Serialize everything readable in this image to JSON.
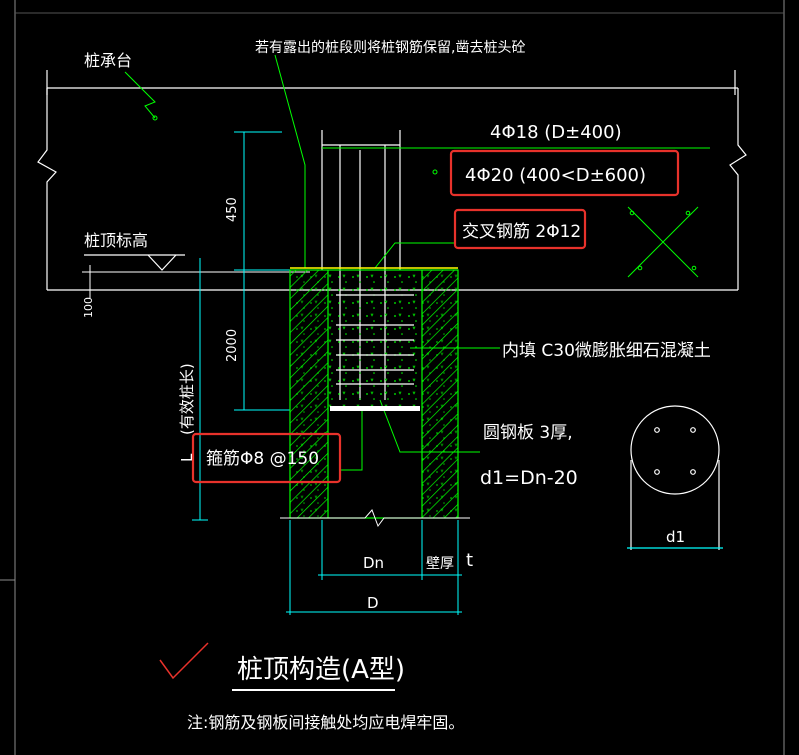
{
  "labels": {
    "cap": "桩承台",
    "note_top": "若有露出的桩段则将桩钢筋保留,凿去桩头砼",
    "rebar_small": "4Φ18 (D±400)",
    "rebar_large": "4Φ20 (400<D±600)",
    "cross": "交叉钢筋 2Φ12",
    "pile_top": "桩顶标高",
    "dim_450": "450",
    "dim_100": "100",
    "dim_2000": "2000",
    "eff_len": "(有效桩长)",
    "L": "L",
    "fill": "内填 C30微膨胀细石混凝土",
    "plate": "圆钢板 3厚,",
    "d1_eq": "d1=Dn-20",
    "stirrup": "箍筋Φ8 @150",
    "Dn": "Dn",
    "wall": "壁厚",
    "t": "t",
    "D": "D",
    "d1": "d1",
    "title": "桩顶构造(A型)",
    "note_bottom": "注:钢筋及钢板间接触处均应电焊牢固。"
  },
  "colors": {
    "background": "#000000",
    "line_white": "#ffffff",
    "line_green": "#00ff00",
    "line_cyan": "#00ffff",
    "line_yellow": "#ffff00",
    "highlight_red": "#e8322b",
    "frame_gray": "#8c8c8c"
  }
}
